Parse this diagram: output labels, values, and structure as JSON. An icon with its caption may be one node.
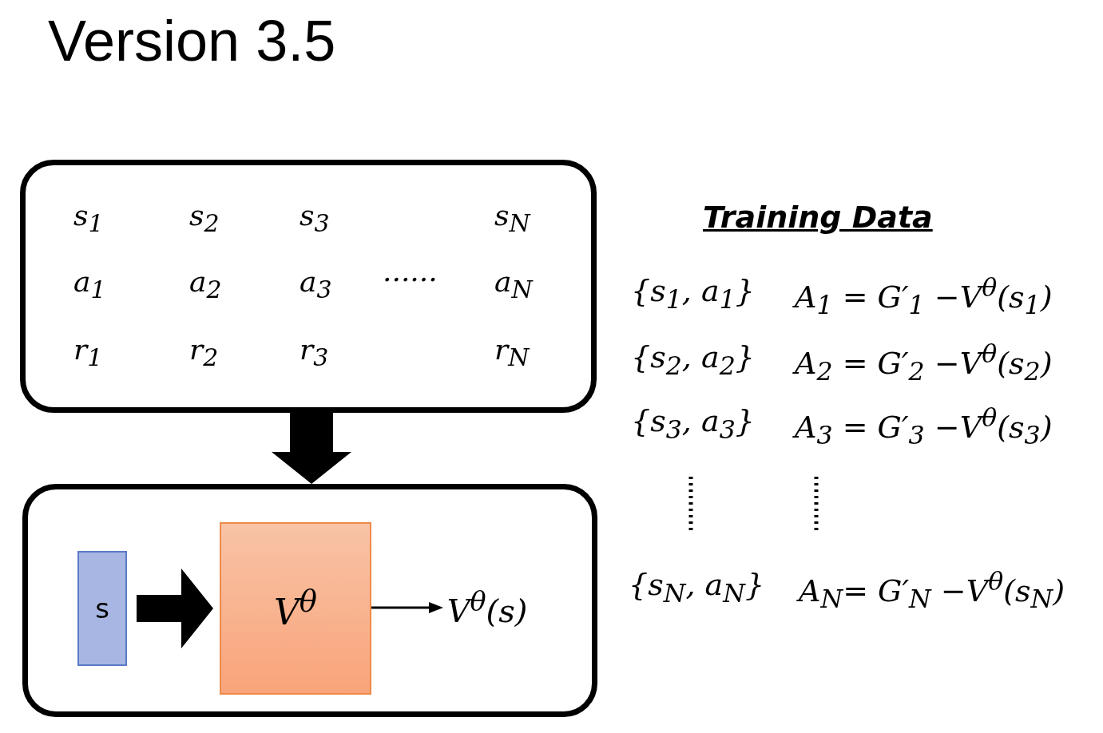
{
  "diagram": {
    "title": "Version 3.5",
    "nodes": [
      {
        "text": [
          "s$_{1}$",
          "s$_{2}$",
          "s$_{3}$",
          "s$_{N}$",
          "a$_{1}$",
          "a$_{2}$",
          "a$_{3}$",
          "......",
          "a$_{N}$",
          "r$_{1}$",
          "r$_{2}$",
          "r$_{3}$",
          "r$_{N}$"
        ]
      },
      {
        "text": [],
        "shape": "box"
      },
      {
        "text": [
          "s"
        ],
        "in": 1
      },
      {
        "text": [
          "V$^{θ}$"
        ],
        "in": 1
      },
      {
        "text": [
          "V$^{θ}$(s)"
        ],
        "in": 1
      }
    ],
    "edges": [
      {
        "from": 0,
        "to": 1,
        "arrow": "to"
      },
      {
        "from": 2,
        "to": 3,
        "arrow": "to"
      },
      {
        "from": 3,
        "to": 4,
        "arrow": "to"
      }
    ],
    "labels": [
      "Training Data",
      "{s$_{1}$, a$_{1}$}",
      "A$_{1}$ = G′$_{1}$ −V$^{θ}$(s$_{1}$)",
      "{s$_{2}$, a$_{2}$}",
      "A$_{2}$ = G′$_{2}$ −V$^{θ}$(s$_{2}$)",
      "{s$_{3}$, a$_{3}$}",
      "A$_{3}$ = G′$_{3}$ −V$^{θ}$(s$_{3}$)",
      "{s$_{N}$, a$_{N}$}",
      "A$_{N}$= G′$_{N}$ −V$^{θ}$(s$_{N}$)"
    ]
  }
}
